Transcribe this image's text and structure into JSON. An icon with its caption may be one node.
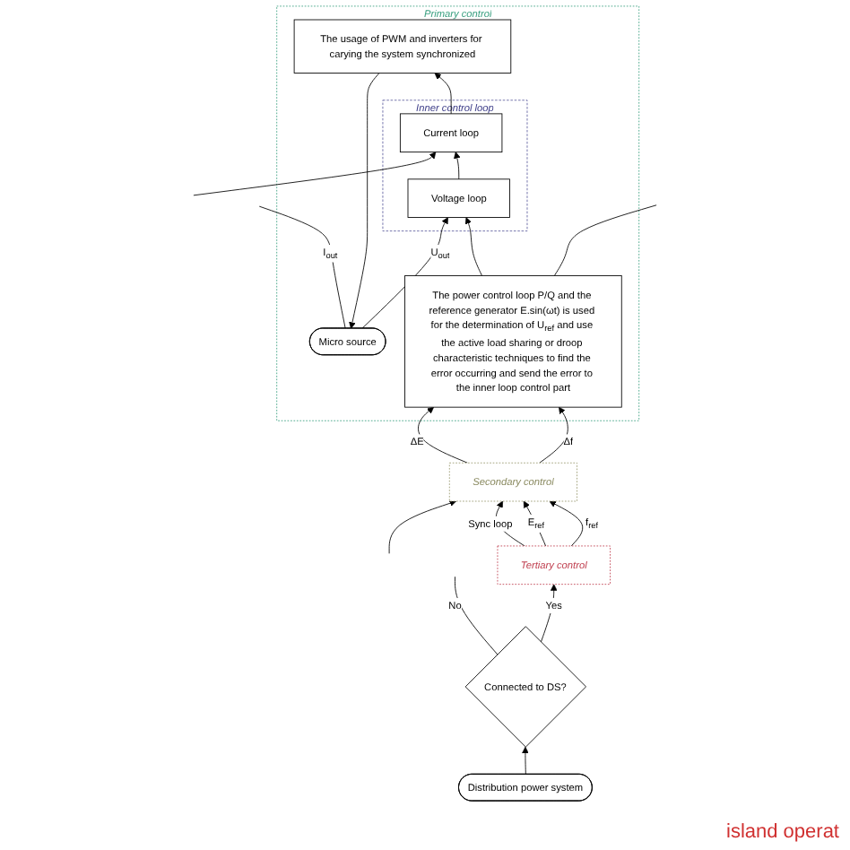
{
  "diagram": {
    "nodes": [
      {
        "text": [
          "Primary control"
        ]
      },
      {
        "text": [
          "Micro source"
        ],
        "in": 0
      },
      {
        "text": [
          "The usage of PWM and inverters for carying the system synchronized"
        ],
        "in": 0
      },
      {
        "text": [
          "Inner control loop"
        ],
        "in": 0
      },
      {
        "text": [
          "Current loop"
        ],
        "in": 3
      },
      {
        "text": [
          "Voltage loop"
        ],
        "in": 3
      },
      {
        "text": [
          "The power control loop P/Q and the reference generator E.sin(ωt) is used for the determination of U$_{ref}$ and use the active load sharing or droop characteristic techniques to find the error occurring and send the error to the inner loop control part"
        ],
        "in": 0
      },
      {
        "text": [
          "Distribution power system"
        ]
      },
      {
        "text": [
          "Connected to DS?"
        ]
      },
      {
        "text": [
          "Tertiary control"
        ]
      },
      {
        "text": [
          "Secondary control"
        ]
      }
    ],
    "edges": [
      {
        "from": 6,
        "to": 5,
        "arrow": "to"
      },
      {
        "from": 5,
        "to": 4,
        "arrow": "to"
      },
      {
        "from": 4,
        "to": 2,
        "arrow": "to"
      },
      {
        "from": 2,
        "to": 1,
        "arrow": "to"
      },
      {
        "from": 1,
        "to": null,
        "arrow": "none",
        "label": "I$_{out}$"
      },
      {
        "from": 1,
        "to": 5,
        "arrow": "to",
        "label": "U$_{out}$"
      },
      {
        "from": null,
        "to": 4,
        "arrow": "to"
      },
      {
        "from": 6,
        "to": null,
        "arrow": "none"
      },
      {
        "from": 7,
        "to": 8,
        "arrow": "to"
      },
      {
        "from": 8,
        "to": null,
        "arrow": "none",
        "label": "No"
      },
      {
        "from": 8,
        "to": 9,
        "arrow": "to",
        "label": "Yes"
      },
      {
        "from": 9,
        "to": 10,
        "arrow": "to",
        "label": "f$_{ref}$"
      },
      {
        "from": 9,
        "to": 10,
        "arrow": "to",
        "label": "E$_{ref}$"
      },
      {
        "from": 9,
        "to": 10,
        "arrow": "to",
        "label": "Sync loop"
      },
      {
        "from": null,
        "to": 10,
        "arrow": "to"
      },
      {
        "from": 10,
        "to": 6,
        "arrow": "to",
        "label": "Δf"
      },
      {
        "from": 10,
        "to": 6,
        "arrow": "to",
        "label": "ΔE"
      }
    ],
    "labels": [
      "island operat"
    ]
  }
}
